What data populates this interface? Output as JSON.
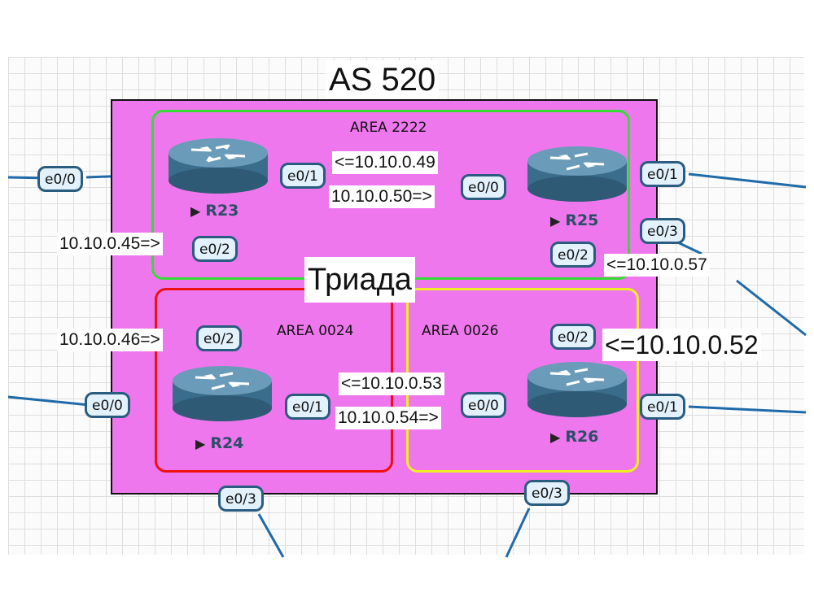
{
  "diagram": {
    "as_title": "AS 520",
    "group_label": "Триада",
    "areas": {
      "green": "AREA 2222",
      "red": "AREA 0024",
      "yellow": "AREA 0026"
    },
    "routers": {
      "r23": "R23",
      "r24": "R24",
      "r25": "R25",
      "r26": "R26"
    },
    "ports": {
      "r23_e00": "e0/0",
      "r23_e01": "e0/1",
      "r23_e02": "e0/2",
      "r25_e00": "e0/0",
      "r25_e01": "e0/1",
      "r25_e03": "e0/3",
      "r25_e02": "e0/2",
      "r24_e02": "e0/2",
      "r24_e00": "e0/0",
      "r24_e01": "e0/1",
      "r24_e03": "e0/3",
      "r26_e02": "e0/2",
      "r26_e00": "e0/0",
      "r26_e01": "e0/1",
      "r26_e03": "e0/3"
    },
    "ips": {
      "r23_r25_right": "<=10.10.0.49",
      "r23_r25_left": "10.10.0.50=>",
      "r23_down": "10.10.0.45=>",
      "r24_up": "10.10.0.46=>",
      "r25_out": "<=10.10.0.57",
      "r26_up": "<=10.10.0.52",
      "r24_r26_right": "<=10.10.0.53",
      "r24_r26_left": "10.10.0.54=>"
    },
    "colors": {
      "as_fill": "#ee77ee",
      "area_green": "#33dd33",
      "area_red": "#ee1111",
      "area_yellow": "#eeee22",
      "link": "#1f6aa8",
      "port_border": "#2a5c80"
    }
  }
}
